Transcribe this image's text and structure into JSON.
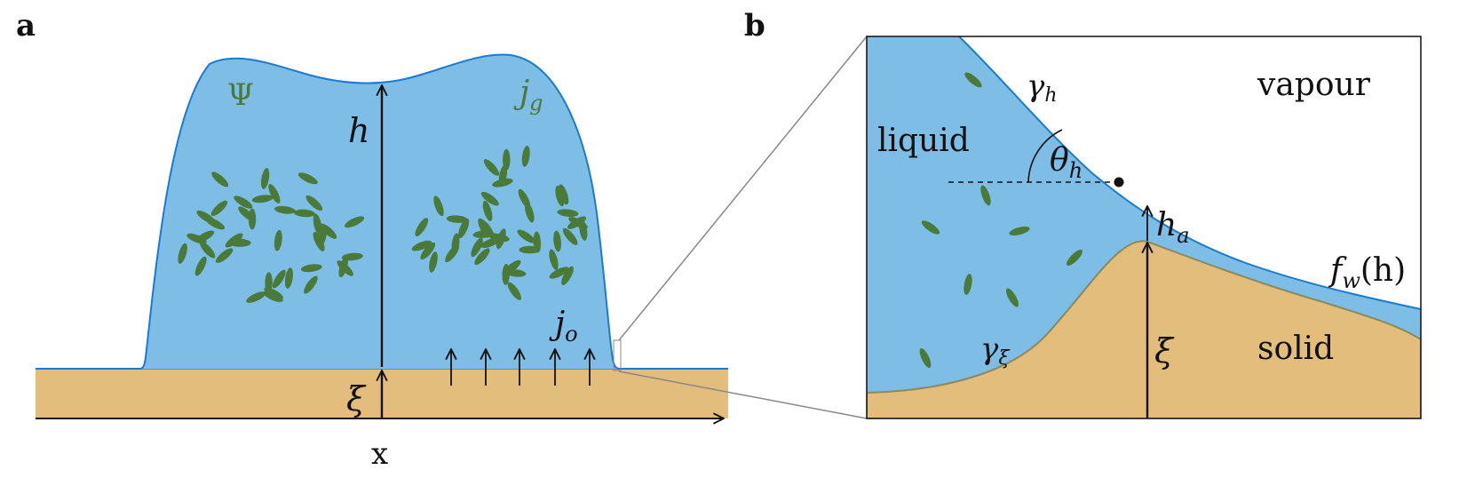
{
  "panels": {
    "a": {
      "label": "a",
      "psi_label": "Ψ",
      "jg_label": "j",
      "jg_sub": "g",
      "h_label": "h",
      "jo_label": "j",
      "jo_sub": "o",
      "xi_label": "ξ",
      "x_axis_label": "x"
    },
    "b": {
      "label": "b",
      "gamma_h_label": "γ",
      "gamma_h_sub": "h",
      "vapour_label": "vapour",
      "liquid_label": "liquid",
      "theta_h_label": "θ",
      "theta_h_sub": "h",
      "h_a_label": "h",
      "h_a_sub": "a",
      "fw_label": "f",
      "fw_sub": "w",
      "fw_arg": "(h)",
      "gamma_xi_label": "γ",
      "gamma_xi_sub": "ξ",
      "xi_label": "ξ",
      "solid_label": "solid"
    }
  },
  "colors": {
    "liquid": "#7dbde6",
    "liquid_edge": "#1a7bd0",
    "solid": "#e3bd7c",
    "solid_edge": "#8a8a5a",
    "particles": "#4a7a3a",
    "zoom_lines": "#888888"
  }
}
